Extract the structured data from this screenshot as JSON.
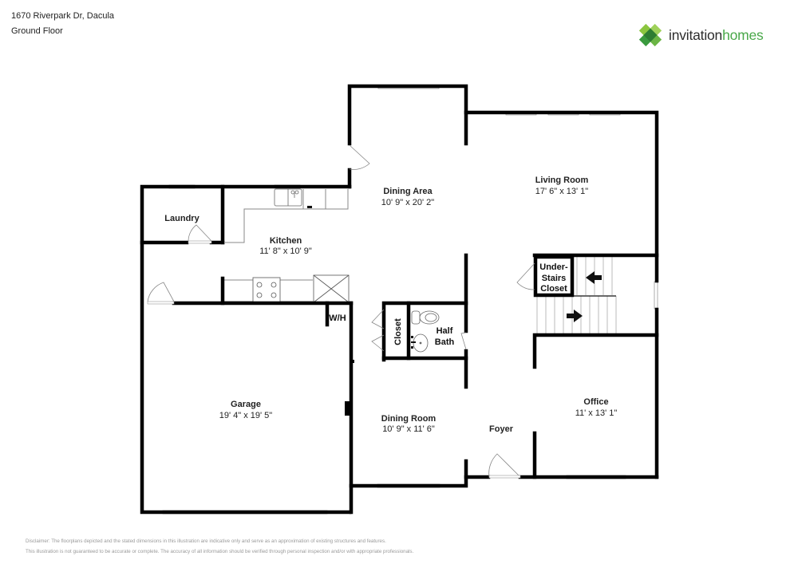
{
  "header": {
    "address": "1670 Riverpark Dr, Dacula",
    "floor": "Ground Floor"
  },
  "logo": {
    "icon": "clover-house-icon",
    "text_part1": "invitation",
    "text_part2": "homes",
    "colors": {
      "dark_green": "#3a9a3e",
      "light_green": "#8cc63f",
      "text_dark": "#2c2c2c",
      "text_green": "#4aa84a"
    }
  },
  "rooms": {
    "laundry": {
      "name": "Laundry"
    },
    "kitchen": {
      "name": "Kitchen",
      "dims": "11' 8\" x 10' 9\""
    },
    "dining_area": {
      "name": "Dining Area",
      "dims": "10' 9\" x 20' 2\""
    },
    "living_room": {
      "name": "Living Room",
      "dims": "17' 6\" x 13' 1\""
    },
    "under_stairs_closet": {
      "line1": "Under-",
      "line2": "Stairs",
      "line3": "Closet"
    },
    "closet": {
      "name": "Closet"
    },
    "half_bath": {
      "line1": "Half",
      "line2": "Bath"
    },
    "water_heater": {
      "name": "W/H"
    },
    "garage": {
      "name": "Garage",
      "dims": "19' 4\" x 19' 5\""
    },
    "dining_room": {
      "name": "Dining Room",
      "dims": "10' 9\" x 11' 6\""
    },
    "foyer": {
      "name": "Foyer"
    },
    "office": {
      "name": "Office",
      "dims": "11' x 13' 1\""
    }
  },
  "disclaimer": {
    "line1": "Disclaimer: The floorplans depicted and the stated dimensions in this illustration are indicative only and serve as an approximation of existing structures and features.",
    "line2": "This illustration is not guaranteed to be accurate or complete. The accuracy of all information should be verified through personal inspection and/or with appropriate professionals."
  }
}
